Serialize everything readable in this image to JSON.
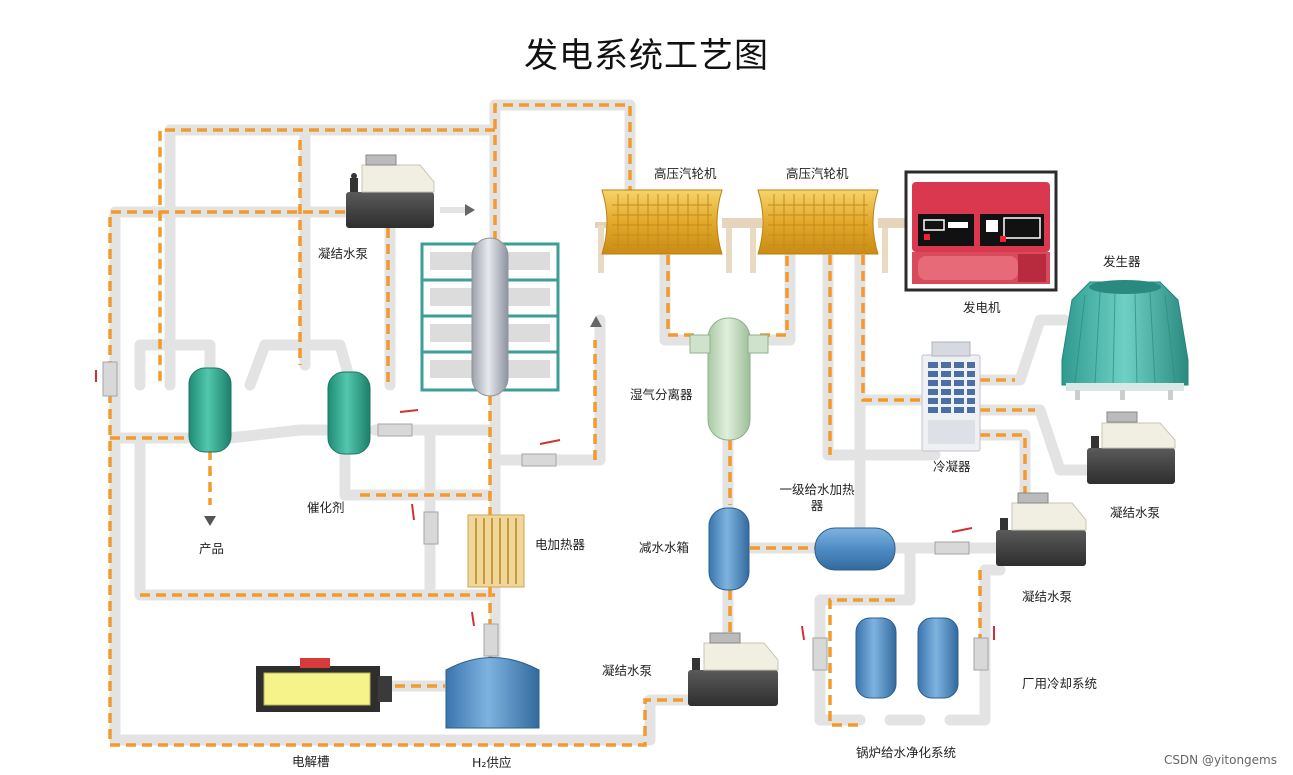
{
  "title": "发电系统工艺图",
  "watermark": "CSDN @yitongems",
  "labels": {
    "turbine_1": "高压汽轮机",
    "turbine_2": "高压汽轮机",
    "generator_set": "发电机",
    "cooling_tower": "发生器",
    "condenser": "冷凝器",
    "pump_top": "凝结水泵",
    "pump_right_upper": "凝结水泵",
    "pump_right_middle": "凝结水泵",
    "pump_bottom": "凝结水泵",
    "separator": "湿气分离器",
    "heater_primary": "一级给水加热器",
    "deaerator_tank": "减水水箱",
    "catalyst": "催化剂",
    "product": "产品",
    "electric_heater": "电加热器",
    "electrolyzer": "电解槽",
    "h2_supply": "H₂供应",
    "boiler_purification": "锅炉给水净化系统",
    "plant_cooling": "厂用冷却系统"
  },
  "colors": {
    "pipe": "#e6e6e6",
    "pipe_edge": "#cfcfcf",
    "flow": "#f39a2b",
    "turbine": "#e4b13a",
    "generator": "#d9384e",
    "cooling_tower": "#3fb2a7",
    "vessel_green": "#2fa58c",
    "vessel_blue": "#4f8cc4",
    "separator": "#c4dcc0"
  }
}
